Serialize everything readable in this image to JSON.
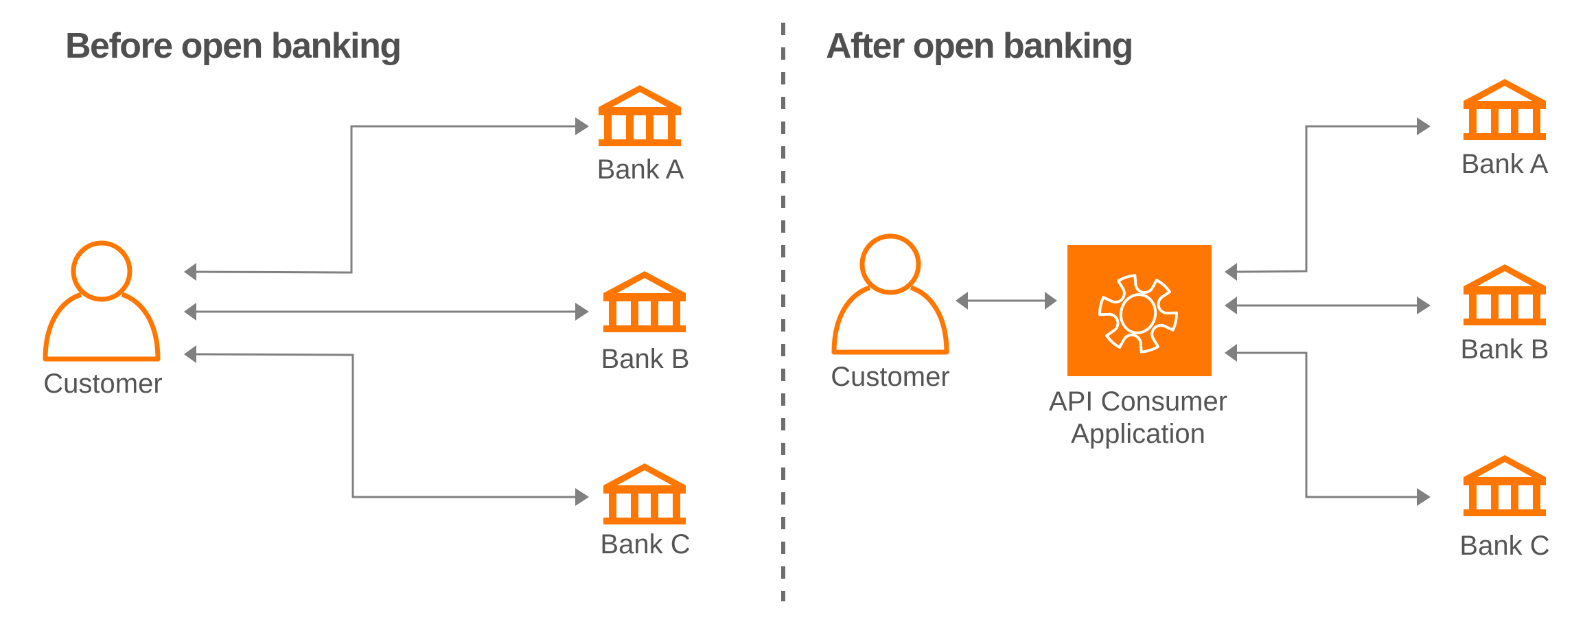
{
  "colors": {
    "accent": "#ff7700",
    "connector": "#808080",
    "text": "#555555",
    "title": "#4f4f4f",
    "divider": "#6e6e6e"
  },
  "before": {
    "title": "Before open banking",
    "customer": {
      "label": "Customer",
      "icon": "person-icon"
    },
    "banks": [
      {
        "label": "Bank A",
        "icon": "bank-icon"
      },
      {
        "label": "Bank B",
        "icon": "bank-icon"
      },
      {
        "label": "Bank C",
        "icon": "bank-icon"
      }
    ],
    "connections": [
      {
        "from": "Customer",
        "to": "Bank A",
        "direction": "bidirectional"
      },
      {
        "from": "Customer",
        "to": "Bank B",
        "direction": "bidirectional"
      },
      {
        "from": "Customer",
        "to": "Bank C",
        "direction": "bidirectional"
      }
    ]
  },
  "after": {
    "title": "After open banking",
    "customer": {
      "label": "Customer",
      "icon": "person-icon"
    },
    "app": {
      "label_line1": "API Consumer",
      "label_line2": "Application",
      "icon": "gear-icon"
    },
    "banks": [
      {
        "label": "Bank A",
        "icon": "bank-icon"
      },
      {
        "label": "Bank B",
        "icon": "bank-icon"
      },
      {
        "label": "Bank C",
        "icon": "bank-icon"
      }
    ],
    "connections": [
      {
        "from": "Customer",
        "to": "API Consumer Application",
        "direction": "bidirectional"
      },
      {
        "from": "API Consumer Application",
        "to": "Bank A",
        "direction": "bidirectional"
      },
      {
        "from": "API Consumer Application",
        "to": "Bank B",
        "direction": "bidirectional"
      },
      {
        "from": "API Consumer Application",
        "to": "Bank C",
        "direction": "bidirectional"
      }
    ]
  }
}
